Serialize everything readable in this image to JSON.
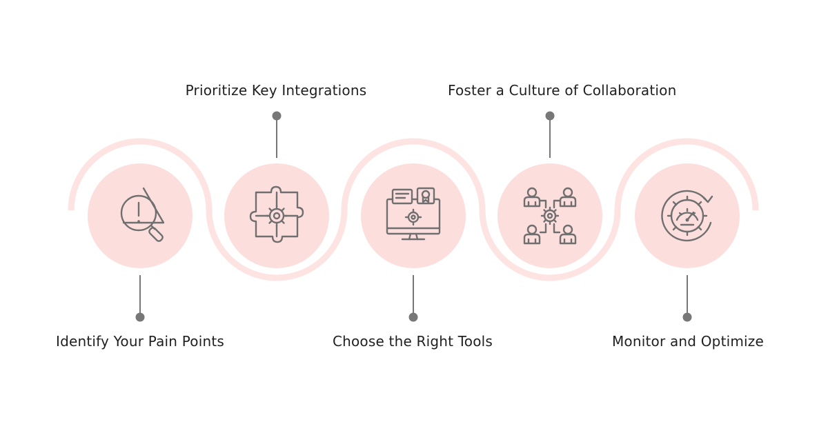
{
  "steps": [
    {
      "label": "Identify Your Pain Points",
      "icon": "alert-magnifier-icon",
      "label_position": "bottom"
    },
    {
      "label": "Prioritize Key Integrations",
      "icon": "puzzle-gear-icon",
      "label_position": "top"
    },
    {
      "label": "Choose the Right Tools",
      "icon": "monitor-tools-icon",
      "label_position": "bottom"
    },
    {
      "label": "Foster a Culture of Collaboration",
      "icon": "team-gear-icon",
      "label_position": "top"
    },
    {
      "label": "Monitor and Optimize",
      "icon": "gauge-gear-icon",
      "label_position": "bottom"
    }
  ],
  "colors": {
    "wave": "#fde4e2",
    "circle": "#fcdedd",
    "icon": "#6f6f6f",
    "connector": "#777777",
    "text": "#1f1f1f"
  }
}
